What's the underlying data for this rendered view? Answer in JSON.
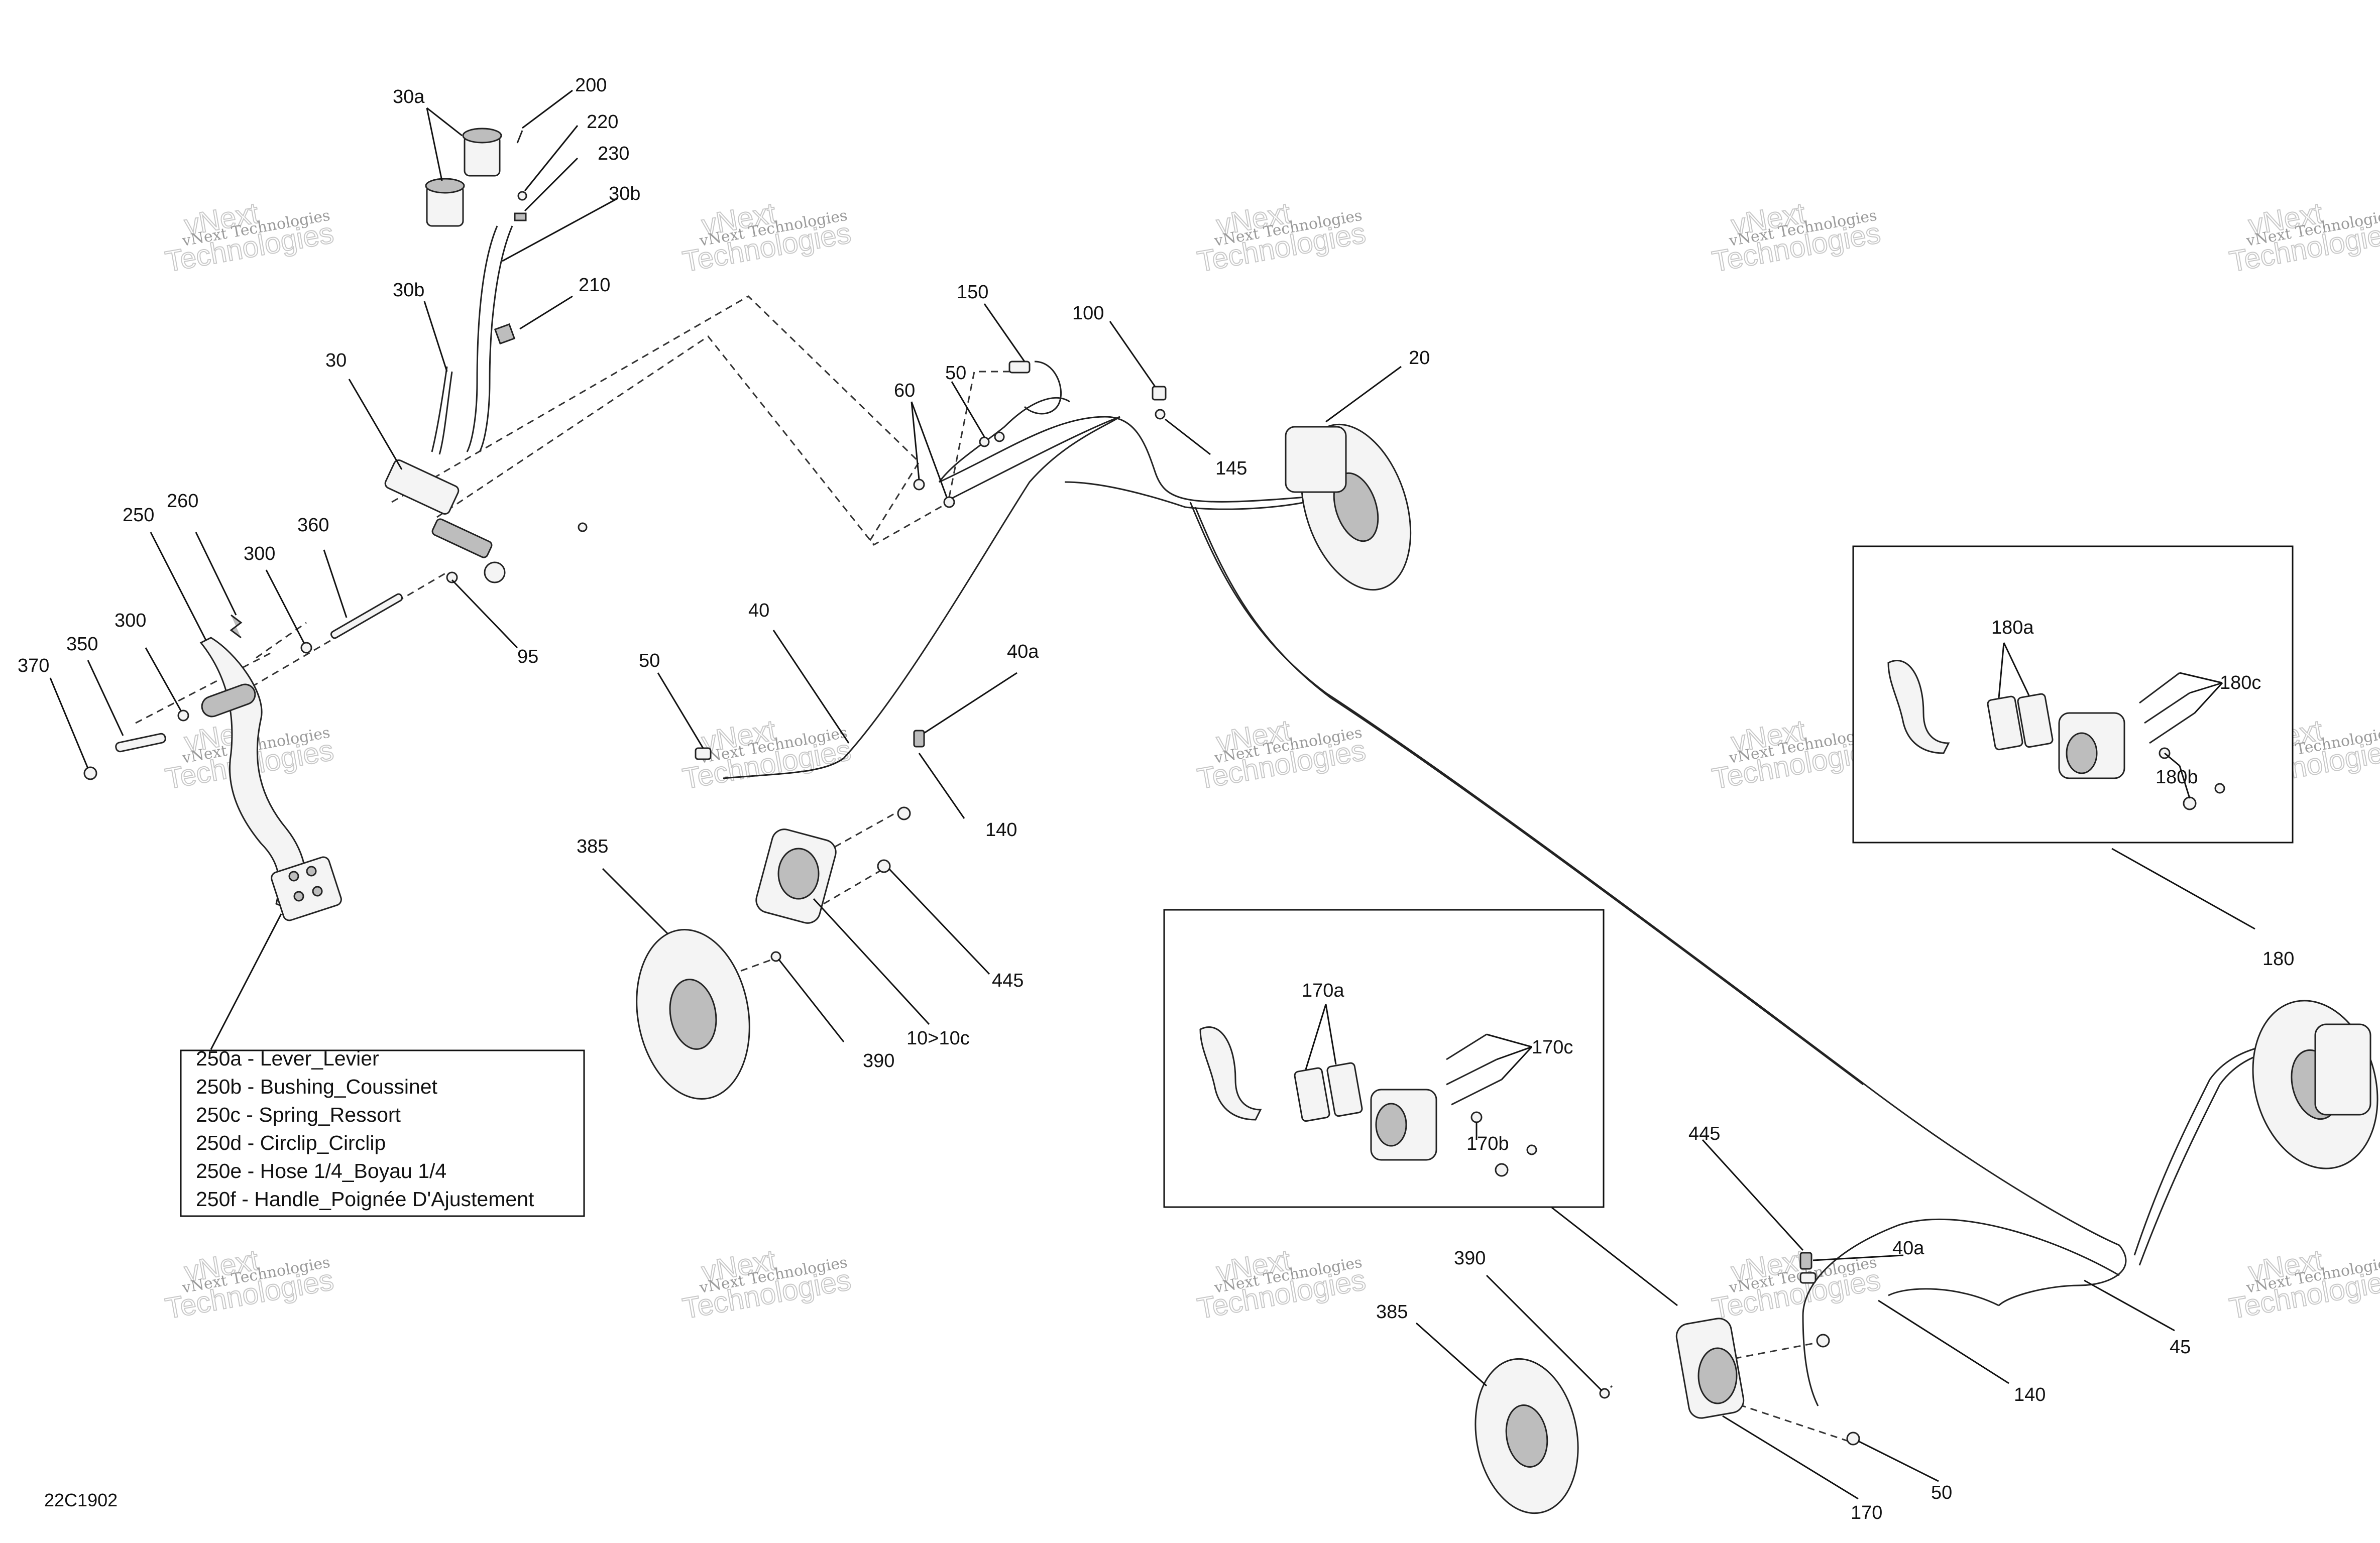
{
  "callouts": {
    "c30a": "30a",
    "c200": "200",
    "c220": "220",
    "c230": "230",
    "c30b_top": "30b",
    "c30b_left": "30b",
    "c210": "210",
    "c30": "30",
    "c150": "150",
    "c100": "100",
    "c50_top": "50",
    "c60": "60",
    "c145": "145",
    "c20": "20",
    "c260": "260",
    "c250": "250",
    "c300_a": "300",
    "c360": "360",
    "c95": "95",
    "c300_b": "300",
    "c370": "370",
    "c350": "350",
    "c40": "40",
    "c40a": "40a",
    "c50_mid": "50",
    "c140_mid": "140",
    "c385_left": "385",
    "c445_left": "445",
    "c390_left": "390",
    "c10to10c": "10>10c",
    "c180a": "180a",
    "c180c": "180c",
    "c180b": "180b",
    "c180": "180",
    "c170a": "170a",
    "c170c": "170c",
    "c170b": "170b",
    "c445_right": "445",
    "c40a_right": "40a",
    "c390_right": "390",
    "c385_right": "385",
    "c45": "45",
    "c140_right": "140",
    "c50_bottom": "50",
    "c170": "170"
  },
  "legend": {
    "line1": "250a - Lever_Levier",
    "line2": "250b - Bushing_Coussinet",
    "line3": "250c - Spring_Ressort",
    "line4": "250d - Circlip_Circlip",
    "line5": "250e - Hose 1/4_Boyau 1/4",
    "line6": "250f - Handle_Poignée D'Ajustement"
  },
  "diagram_code": "22C1902",
  "watermark": {
    "company": "vNext Technologies",
    "word1": "vNext",
    "word2": "Technologies"
  }
}
